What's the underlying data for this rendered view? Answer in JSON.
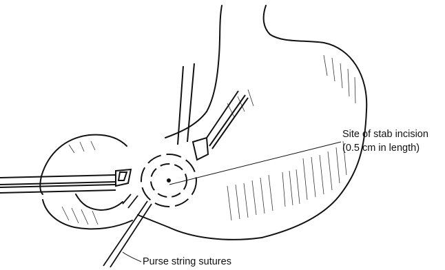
{
  "labels": {
    "stab_incision_line1": "Site of stab incision",
    "stab_incision_line2": "(0.5 cm in length)",
    "purse_string": "Purse string sutures"
  },
  "colors": {
    "ink": "#111111",
    "background": "#ffffff"
  }
}
